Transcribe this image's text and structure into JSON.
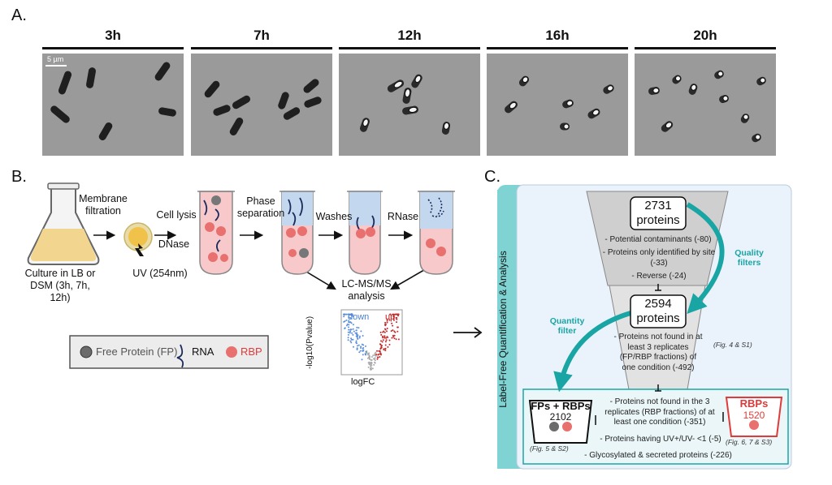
{
  "panelA": {
    "letter": "A.",
    "timepoints": [
      "3h",
      "7h",
      "12h",
      "16h",
      "20h"
    ],
    "scalebar": "5 µm"
  },
  "panelB": {
    "letter": "B.",
    "steps": {
      "membrane_filtration": "Membrane filtration",
      "cell_lysis": "Cell lysis",
      "dnase": "DNase",
      "uv": "UV (254nm)",
      "phase_separation": "Phase separation",
      "washes": "Washes",
      "rnase": "RNase",
      "lcms": "LC-MS/MS analysis",
      "culture": "Culture in LB or DSM (3h, 7h, 12h)"
    },
    "volcano": {
      "ylabel": "-log10(Pvalue)",
      "xlabel": "logFC",
      "down": "down",
      "up": "up"
    },
    "legend": {
      "fp": "Free Protein (FP)",
      "rna": "RNA",
      "rbp": "RBP"
    }
  },
  "panelC": {
    "letter": "C.",
    "side_label": "Label-Free Quantification & Analysis",
    "box1": {
      "value": "2731",
      "unit": "proteins"
    },
    "filters1": [
      "- Potential contaminants (-80)",
      "- Proteins only identified by site (-33)",
      "- Reverse (-24)"
    ],
    "quality_filters": "Quality filters",
    "box2": {
      "value": "2594",
      "unit": "proteins"
    },
    "filter2": "- Proteins not found in at least 3 replicates (FP/RBP fractions) of one condition (-492)",
    "fig_4": "(Fig. 4 & S1)",
    "quantity_filter": "Quantity filter",
    "fp_rbp": {
      "title": "FPs + RBPs",
      "value": "2102",
      "fig": "(Fig. 5 & S2)"
    },
    "filter3": "- Proteins not found in the 3 replicates (RBP fractions) of at least one condition (-351)",
    "filter4": "- Proteins having UV+/UV- <1 (-5)",
    "filter5": "- Glycosylated & secreted proteins (-226)",
    "rbps": {
      "title": "RBPs",
      "value": "1520",
      "fig": "(Fig. 6, 7 & S3)"
    },
    "colors": {
      "teal": "#1aa5a5",
      "rbp_red": "#e03a3a"
    }
  }
}
